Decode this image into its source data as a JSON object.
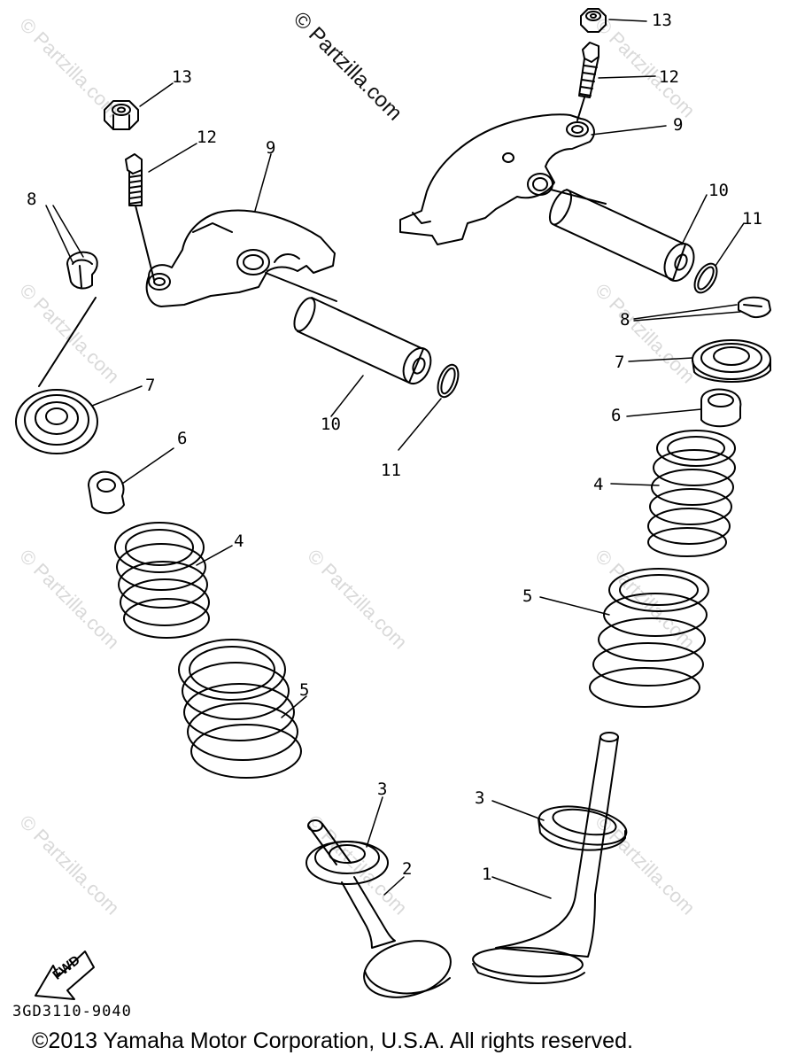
{
  "watermark": {
    "top_text": "© Partzilla.com",
    "tile_text": "© Partzilla.com"
  },
  "callouts": {
    "left": {
      "c13": "13",
      "c12": "12",
      "c9": "9",
      "c8": "8",
      "c7": "7",
      "c10": "10",
      "c11": "11",
      "c6": "6",
      "c4": "4",
      "c5": "5",
      "c3": "3",
      "c2": "2"
    },
    "right": {
      "c13": "13",
      "c12": "12",
      "c9": "9",
      "c10": "10",
      "c11": "11",
      "c8": "8",
      "c7": "7",
      "c6": "6",
      "c4": "4",
      "c5": "5",
      "c3": "3",
      "c1": "1"
    }
  },
  "fwd": "FWD",
  "part_code": "3GD3110-9040",
  "copyright": "©2013  Yamaha Motor Corporation, U.S.A. All rights reserved."
}
